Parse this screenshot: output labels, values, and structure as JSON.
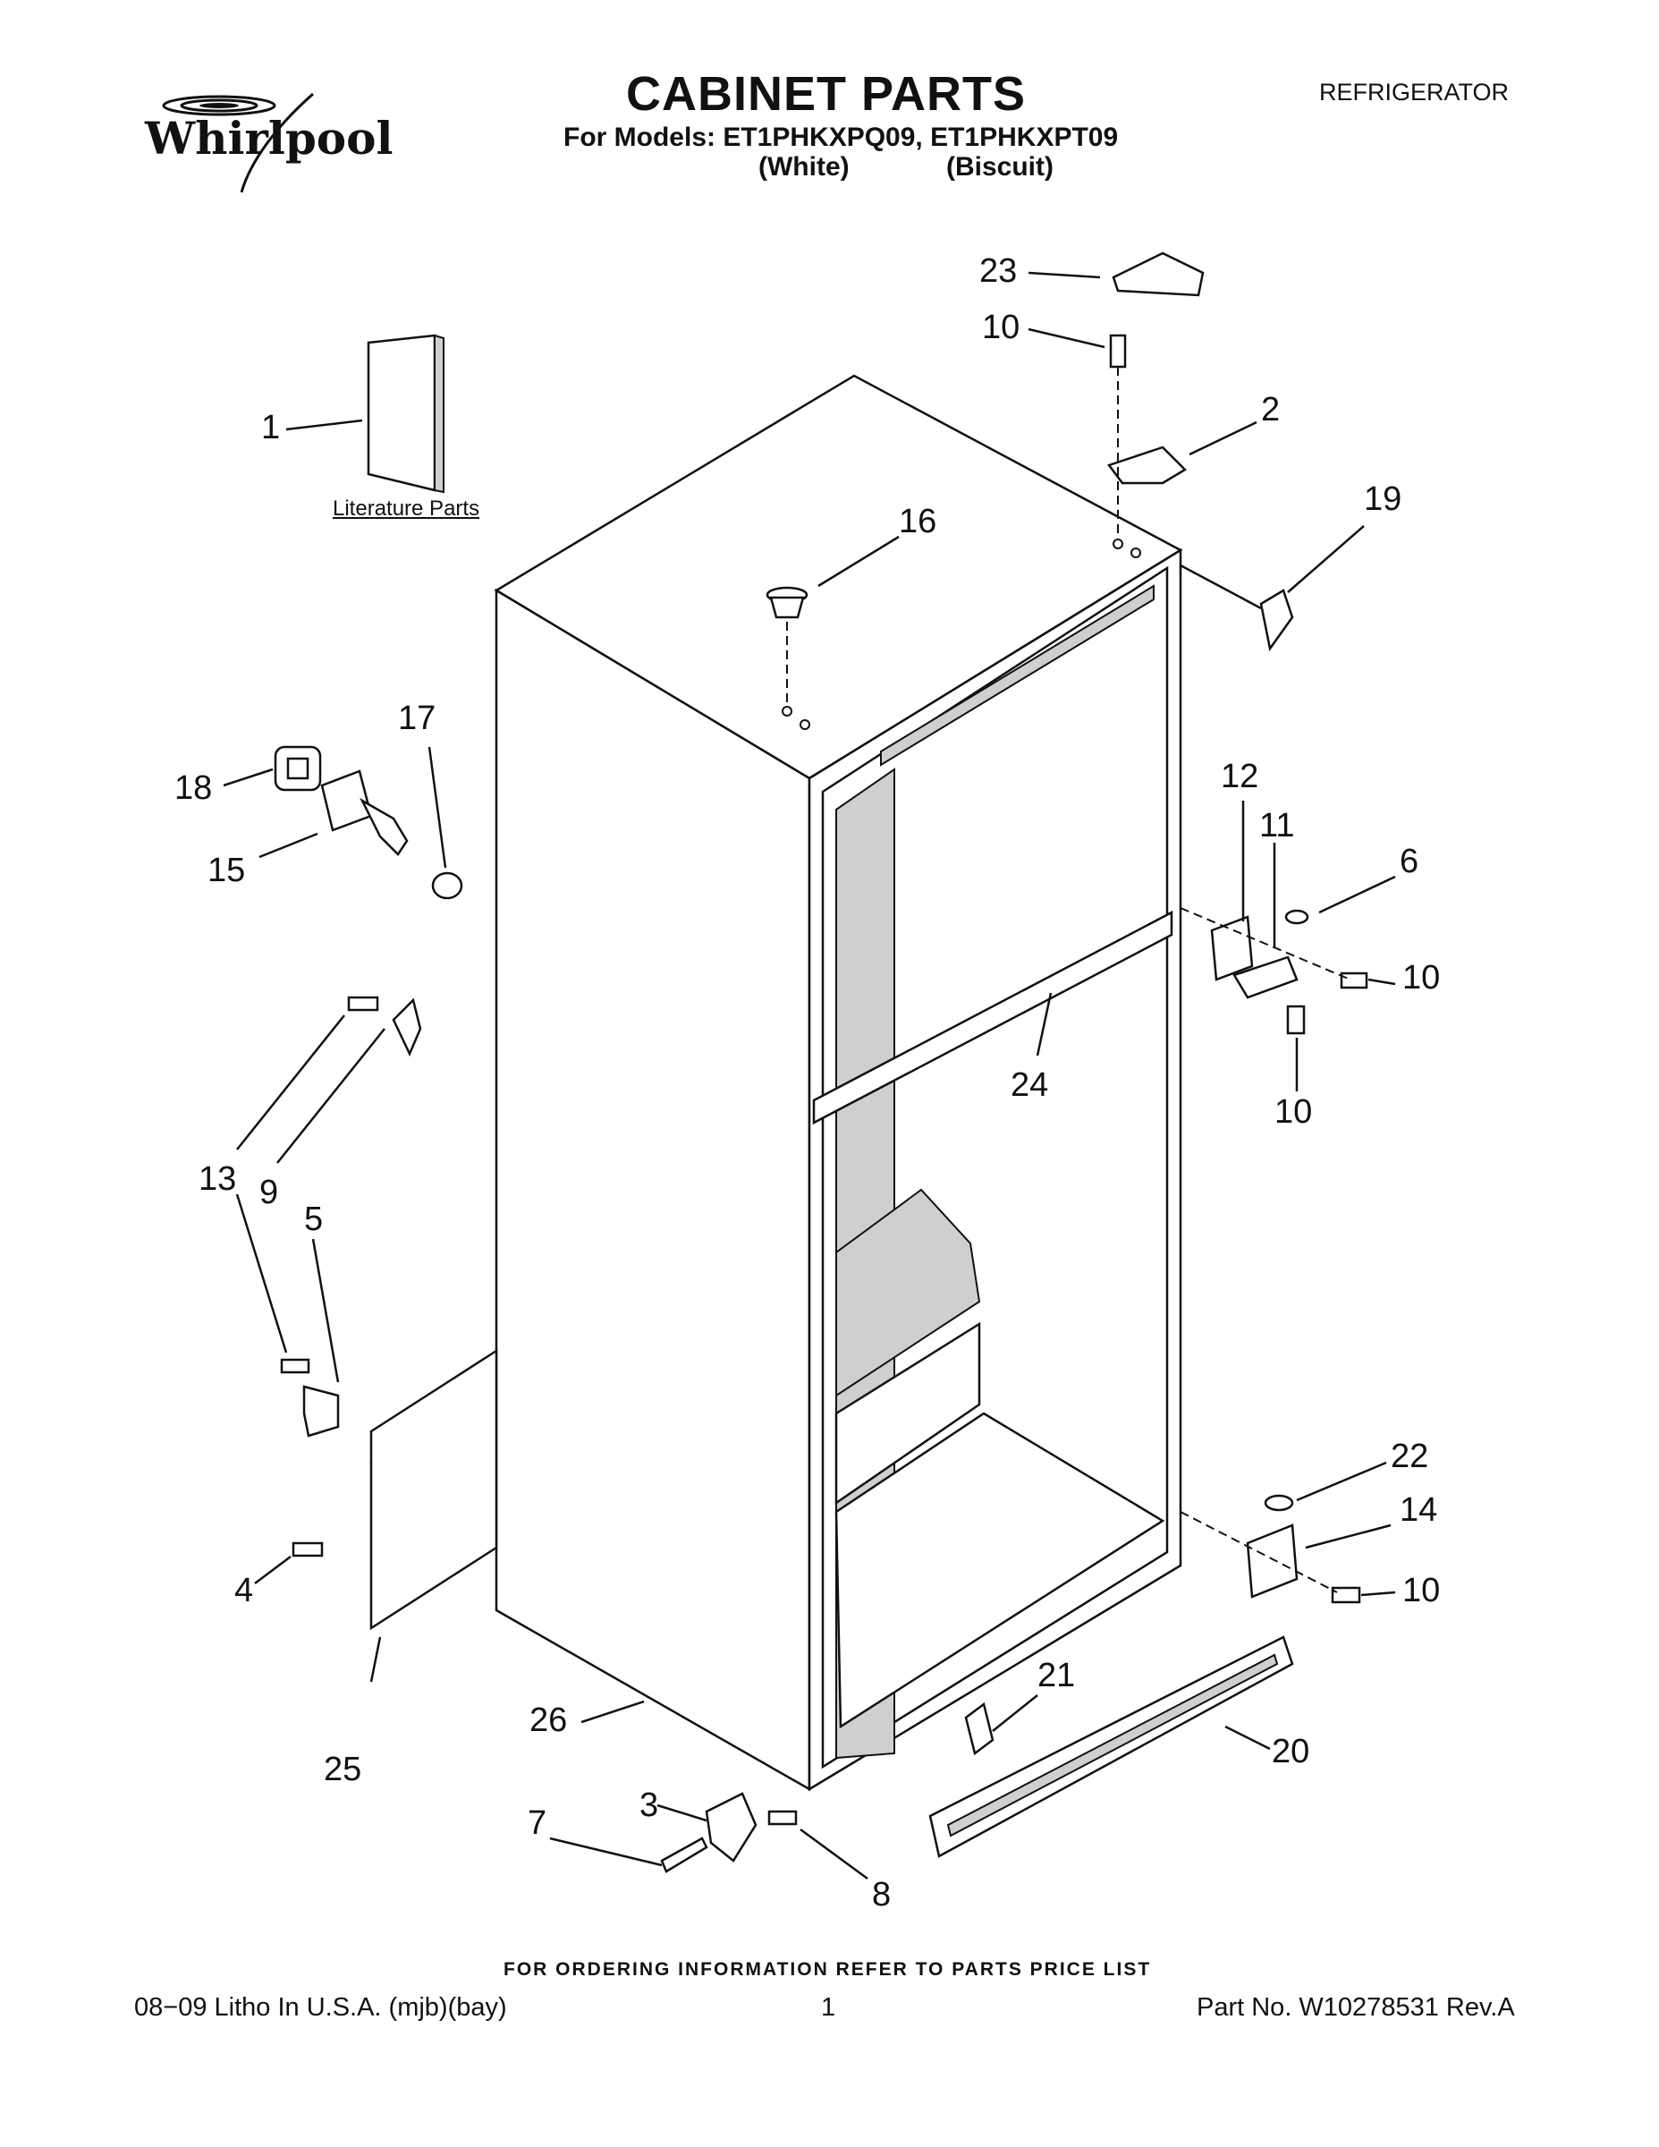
{
  "header": {
    "brand": "Whirlpool",
    "title": "CABINET PARTS",
    "models_line": "For Models: ET1PHKXPQ09, ET1PHKXPT09",
    "color_white": "(White)",
    "color_biscuit": "(Biscuit)",
    "appliance": "REFRIGERATOR"
  },
  "diagram": {
    "literature_label": "Literature Parts",
    "callouts": [
      "1",
      "2",
      "3",
      "4",
      "5",
      "6",
      "7",
      "8",
      "9",
      "10",
      "10",
      "10",
      "10",
      "10",
      "11",
      "12",
      "13",
      "13",
      "14",
      "15",
      "16",
      "17",
      "18",
      "19",
      "20",
      "21",
      "22",
      "23",
      "24",
      "25",
      "26"
    ]
  },
  "footer": {
    "ordering_note": "FOR ORDERING INFORMATION REFER TO PARTS PRICE LIST",
    "litho": "08−09 Litho In U.S.A. (mjb)(bay)",
    "page": "1",
    "part_no": "Part No. W10278531 Rev.A"
  }
}
